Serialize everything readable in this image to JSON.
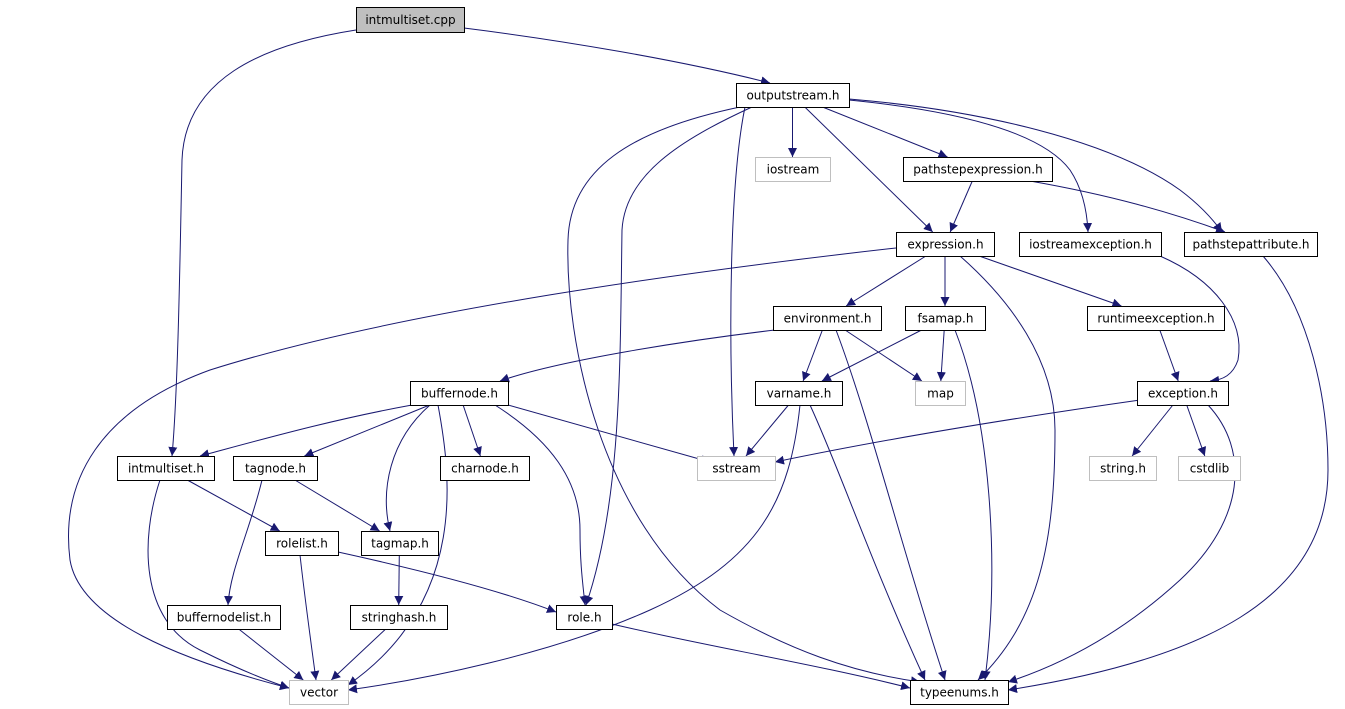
{
  "colors": {
    "edge": "#191970",
    "root_fill": "#bfbfbf",
    "node_border": "#000000",
    "external_border": "#bfbfbf",
    "node_fill": "#ffffff"
  },
  "graph": {
    "root": "intmultiset.cpp",
    "nodes": [
      {
        "id": "intmultiset_cpp",
        "label": "intmultiset.cpp",
        "kind": "root"
      },
      {
        "id": "outputstream_h",
        "label": "outputstream.h",
        "kind": "local"
      },
      {
        "id": "iostream",
        "label": "iostream",
        "kind": "external"
      },
      {
        "id": "pathstepexpression_h",
        "label": "pathstepexpression.h",
        "kind": "local"
      },
      {
        "id": "expression_h",
        "label": "expression.h",
        "kind": "local"
      },
      {
        "id": "iostreamexception_h",
        "label": "iostreamexception.h",
        "kind": "local"
      },
      {
        "id": "pathstepattribute_h",
        "label": "pathstepattribute.h",
        "kind": "local"
      },
      {
        "id": "environment_h",
        "label": "environment.h",
        "kind": "local"
      },
      {
        "id": "fsamap_h",
        "label": "fsamap.h",
        "kind": "local"
      },
      {
        "id": "runtimeexception_h",
        "label": "runtimeexception.h",
        "kind": "local"
      },
      {
        "id": "buffernode_h",
        "label": "buffernode.h",
        "kind": "local"
      },
      {
        "id": "varname_h",
        "label": "varname.h",
        "kind": "local"
      },
      {
        "id": "map",
        "label": "map",
        "kind": "external"
      },
      {
        "id": "exception_h",
        "label": "exception.h",
        "kind": "local"
      },
      {
        "id": "intmultiset_h",
        "label": "intmultiset.h",
        "kind": "local"
      },
      {
        "id": "tagnode_h",
        "label": "tagnode.h",
        "kind": "local"
      },
      {
        "id": "charnode_h",
        "label": "charnode.h",
        "kind": "local"
      },
      {
        "id": "sstream",
        "label": "sstream",
        "kind": "external"
      },
      {
        "id": "string_h",
        "label": "string.h",
        "kind": "external"
      },
      {
        "id": "cstdlib",
        "label": "cstdlib",
        "kind": "external"
      },
      {
        "id": "rolelist_h",
        "label": "rolelist.h",
        "kind": "local"
      },
      {
        "id": "tagmap_h",
        "label": "tagmap.h",
        "kind": "local"
      },
      {
        "id": "buffernodelist_h",
        "label": "buffernodelist.h",
        "kind": "local"
      },
      {
        "id": "stringhash_h",
        "label": "stringhash.h",
        "kind": "local"
      },
      {
        "id": "role_h",
        "label": "role.h",
        "kind": "local"
      },
      {
        "id": "vector",
        "label": "vector",
        "kind": "external"
      },
      {
        "id": "typeenums_h",
        "label": "typeenums.h",
        "kind": "local"
      }
    ],
    "edges": [
      {
        "from": "intmultiset_cpp",
        "to": "outputstream_h"
      },
      {
        "from": "intmultiset_cpp",
        "to": "intmultiset_h"
      },
      {
        "from": "outputstream_h",
        "to": "iostream"
      },
      {
        "from": "outputstream_h",
        "to": "pathstepexpression_h"
      },
      {
        "from": "outputstream_h",
        "to": "expression_h"
      },
      {
        "from": "outputstream_h",
        "to": "iostreamexception_h"
      },
      {
        "from": "outputstream_h",
        "to": "pathstepattribute_h"
      },
      {
        "from": "outputstream_h",
        "to": "sstream"
      },
      {
        "from": "outputstream_h",
        "to": "role_h"
      },
      {
        "from": "outputstream_h",
        "to": "typeenums_h"
      },
      {
        "from": "pathstepexpression_h",
        "to": "expression_h"
      },
      {
        "from": "pathstepexpression_h",
        "to": "pathstepattribute_h"
      },
      {
        "from": "expression_h",
        "to": "environment_h"
      },
      {
        "from": "expression_h",
        "to": "fsamap_h"
      },
      {
        "from": "expression_h",
        "to": "runtimeexception_h"
      },
      {
        "from": "expression_h",
        "to": "typeenums_h"
      },
      {
        "from": "expression_h",
        "to": "vector"
      },
      {
        "from": "iostreamexception_h",
        "to": "exception_h"
      },
      {
        "from": "pathstepattribute_h",
        "to": "typeenums_h"
      },
      {
        "from": "environment_h",
        "to": "buffernode_h"
      },
      {
        "from": "environment_h",
        "to": "varname_h"
      },
      {
        "from": "environment_h",
        "to": "map"
      },
      {
        "from": "environment_h",
        "to": "typeenums_h"
      },
      {
        "from": "fsamap_h",
        "to": "varname_h"
      },
      {
        "from": "fsamap_h",
        "to": "map"
      },
      {
        "from": "fsamap_h",
        "to": "typeenums_h"
      },
      {
        "from": "runtimeexception_h",
        "to": "exception_h"
      },
      {
        "from": "buffernode_h",
        "to": "intmultiset_h"
      },
      {
        "from": "buffernode_h",
        "to": "tagnode_h"
      },
      {
        "from": "buffernode_h",
        "to": "tagmap_h"
      },
      {
        "from": "buffernode_h",
        "to": "charnode_h"
      },
      {
        "from": "buffernode_h",
        "to": "sstream"
      },
      {
        "from": "buffernode_h",
        "to": "role_h"
      },
      {
        "from": "buffernode_h",
        "to": "vector"
      },
      {
        "from": "varname_h",
        "to": "sstream"
      },
      {
        "from": "varname_h",
        "to": "vector"
      },
      {
        "from": "varname_h",
        "to": "typeenums_h"
      },
      {
        "from": "exception_h",
        "to": "sstream"
      },
      {
        "from": "exception_h",
        "to": "string_h"
      },
      {
        "from": "exception_h",
        "to": "cstdlib"
      },
      {
        "from": "exception_h",
        "to": "typeenums_h"
      },
      {
        "from": "intmultiset_h",
        "to": "rolelist_h"
      },
      {
        "from": "intmultiset_h",
        "to": "vector"
      },
      {
        "from": "tagnode_h",
        "to": "tagmap_h"
      },
      {
        "from": "tagnode_h",
        "to": "buffernodelist_h"
      },
      {
        "from": "rolelist_h",
        "to": "role_h"
      },
      {
        "from": "rolelist_h",
        "to": "vector"
      },
      {
        "from": "tagmap_h",
        "to": "stringhash_h"
      },
      {
        "from": "buffernodelist_h",
        "to": "vector"
      },
      {
        "from": "stringhash_h",
        "to": "vector"
      },
      {
        "from": "role_h",
        "to": "typeenums_h"
      }
    ]
  }
}
